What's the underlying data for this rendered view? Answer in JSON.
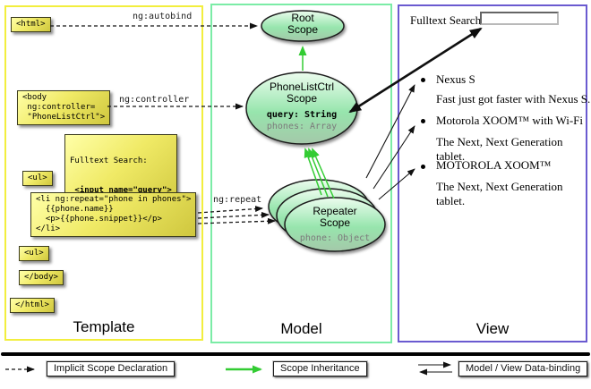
{
  "colors": {
    "template_border": "#f2ee3e",
    "model_border": "#7beca6",
    "view_border": "#6a5ad0",
    "scope_fill_top": "#e9fbec",
    "scope_fill_bottom": "#93e2aa",
    "inheritance_arrow_green": "#33cc33",
    "code_box_yellow": "#f0ea66"
  },
  "columns": {
    "template": {
      "label": "Template"
    },
    "model": {
      "label": "Model"
    },
    "view": {
      "label": "View"
    }
  },
  "code": {
    "html_open": "<html>",
    "body_open": "<body\n ng:controller=\n \"PhoneListCtrl\">",
    "fulltext_label": "Fulltext Search:",
    "fulltext_input": " <input name=\"query\">",
    "ul_open": "<ul>",
    "li_repeat": "<li ng:repeat=\"phone in phones\">\n  {{phone.name}}\n  <p>{{phone.snippet}}</p>\n</li>",
    "ul_close": "<ul>",
    "body_close": "</body>",
    "html_close": "</html>"
  },
  "arrow_labels": {
    "autobind": "ng:autobind",
    "controller": "ng:controller",
    "repeat": "ng:repeat"
  },
  "scopes": {
    "root": {
      "line1": "Root",
      "line2": "Scope"
    },
    "phonelistctrl": {
      "line1": "PhoneListCtrl",
      "line2": "Scope",
      "prop1": "query: String",
      "prop2": "phones: Array"
    },
    "repeater": {
      "line1": "Repeater",
      "line2": "Scope",
      "prop1": "phone: Object"
    }
  },
  "view": {
    "search_label": "Fulltext Search:",
    "items": [
      {
        "title": "Nexus S",
        "desc": "Fast just got faster with Nexus S."
      },
      {
        "title": "Motorola XOOM™ with Wi-Fi",
        "desc": "The Next, Next Generation tablet."
      },
      {
        "title": "MOTOROLA XOOM™",
        "desc": "The Next, Next Generation tablet."
      }
    ]
  },
  "legend": {
    "implicit": "Implicit Scope Declaration",
    "inheritance": "Scope Inheritance",
    "binding": "Model / View Data-binding"
  }
}
